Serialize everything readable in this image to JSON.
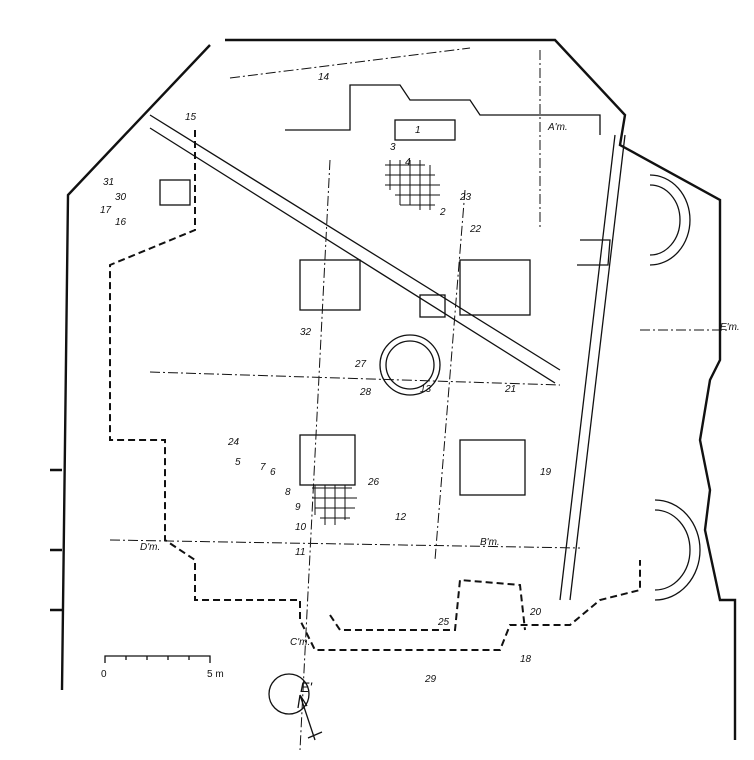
{
  "plan": {
    "section_axes": [
      "A'm.",
      "B'm.",
      "C'm.",
      "D'm.",
      "E'm."
    ],
    "north_label": "E'",
    "scale": {
      "start": "0",
      "end": "5 m"
    },
    "find_numbers": [
      "1",
      "2",
      "3",
      "4",
      "5",
      "6",
      "7",
      "8",
      "9",
      "10",
      "11",
      "12",
      "13",
      "14",
      "15",
      "16",
      "17",
      "18",
      "19",
      "20",
      "21",
      "22",
      "23",
      "24",
      "25",
      "26",
      "27",
      "28",
      "29",
      "30",
      "31",
      "32"
    ]
  }
}
